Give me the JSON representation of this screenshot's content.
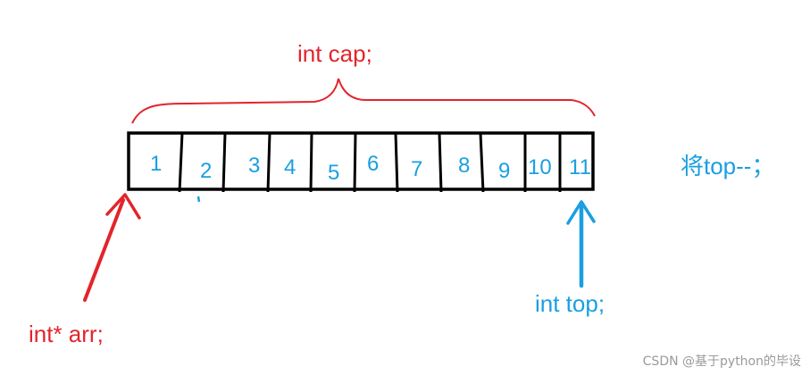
{
  "labels": {
    "capacity": "int cap;",
    "array_pointer": "int* arr;",
    "top_index": "int top;",
    "operation": "将top--；"
  },
  "cells": [
    "1",
    "2",
    "3",
    "4",
    "5",
    "6",
    "7",
    "8",
    "9",
    "10",
    "11"
  ],
  "watermark": "CSDN @基于python的毕设",
  "colors": {
    "pointer_red": "#e3242b",
    "index_blue": "#1a9fe0",
    "stroke_black": "#000000",
    "watermark_gray": "#9a9a9a"
  }
}
